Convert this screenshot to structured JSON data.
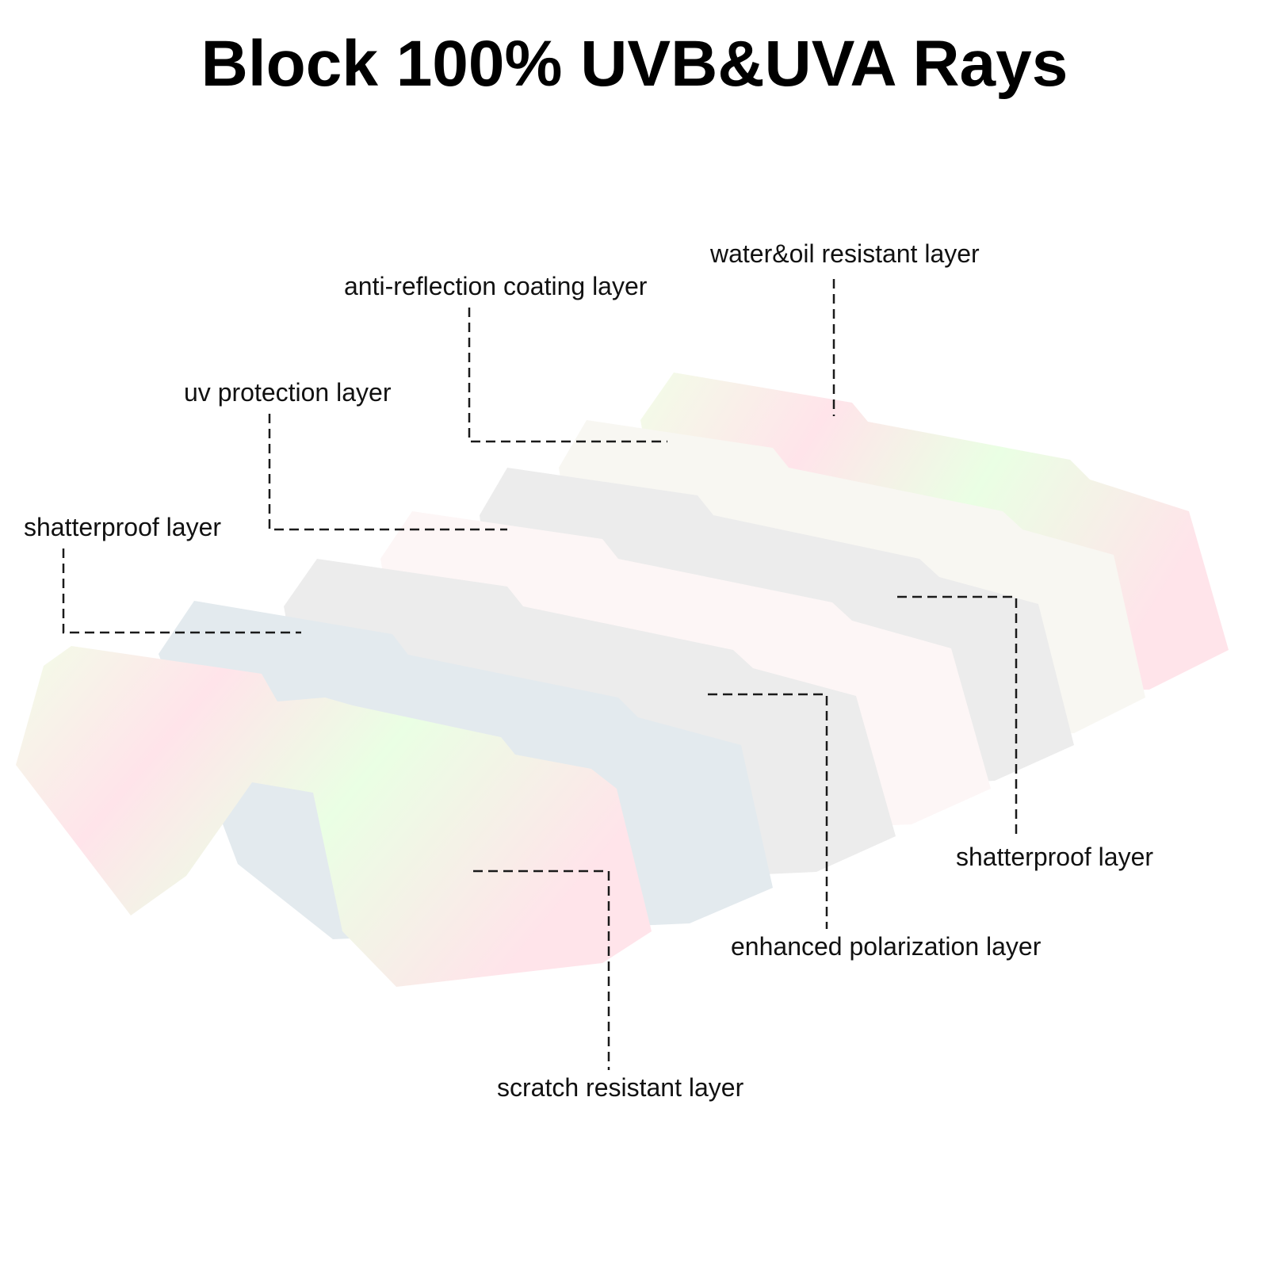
{
  "title": "Block 100% UVB&UVA Rays",
  "layers": {
    "water_oil": "water&oil resistant layer",
    "anti_reflection": "anti-reflection coating layer",
    "uv_protection": "uv protection layer",
    "shatterproof_left": "shatterproof layer",
    "shatterproof_right": "shatterproof layer",
    "enhanced_polarization": "enhanced polarization layer",
    "scratch_resistant": "scratch resistant layer"
  },
  "colors": {
    "mirror_pink": "#ffe4ea",
    "mirror_green": "#eaffe4",
    "mirror_cream": "#f2fde8",
    "smoke": "#ececec",
    "blue_grey": "#e3eaee",
    "blush": "#fdf6f6",
    "ivory": "#f8f7f2"
  }
}
